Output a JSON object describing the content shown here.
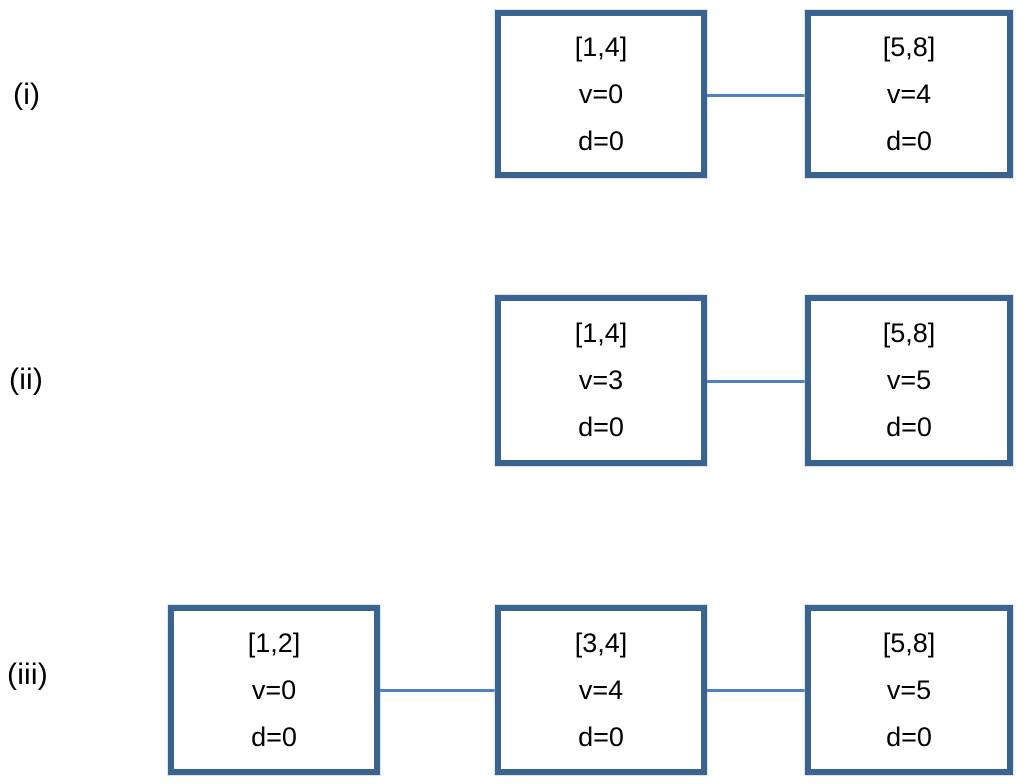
{
  "figure": {
    "background_color": "#ffffff",
    "box_border_color": "#3B6390",
    "connector_color": "#4E81BD",
    "text_color": "#000000"
  },
  "rows": [
    {
      "label": "(i)",
      "nodes": [
        {
          "interval": "[1,4]",
          "v": "v=0",
          "d": "d=0"
        },
        {
          "interval": "[5,8]",
          "v": "v=4",
          "d": "d=0"
        }
      ],
      "connectors": 1
    },
    {
      "label": "(ii)",
      "nodes": [
        {
          "interval": "[1,4]",
          "v": "v=3",
          "d": "d=0"
        },
        {
          "interval": "[5,8]",
          "v": "v=5",
          "d": "d=0"
        }
      ],
      "connectors": 1
    },
    {
      "label": "(iii)",
      "nodes": [
        {
          "interval": "[1,2]",
          "v": "v=0",
          "d": "d=0"
        },
        {
          "interval": "[3,4]",
          "v": "v=4",
          "d": "d=0"
        },
        {
          "interval": "[5,8]",
          "v": "v=5",
          "d": "d=0"
        }
      ],
      "connectors": 2
    }
  ]
}
